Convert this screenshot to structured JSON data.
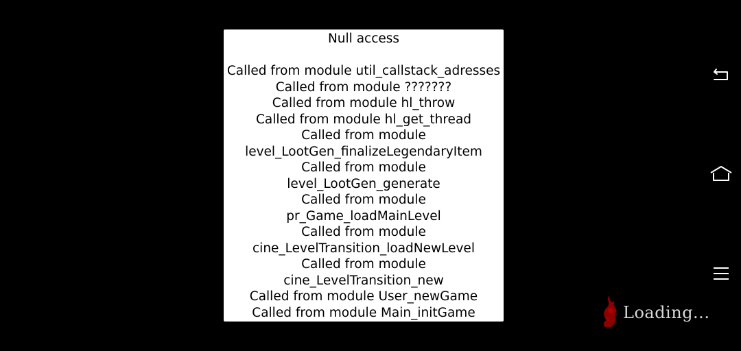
{
  "dialog": {
    "title": "Null access",
    "lines": [
      "Called from module util_callstack_adresses",
      "Called from module ???????",
      "Called from module hl_throw",
      "Called from module hl_get_thread",
      "Called from module",
      "level_LootGen_finalizeLegendaryItem",
      "Called from module",
      "level_LootGen_generate",
      "Called from module",
      "pr_Game_loadMainLevel",
      "Called from module",
      "cine_LevelTransition_loadNewLevel",
      "Called from module",
      "cine_LevelTransition_new",
      "Called from module User_newGame",
      "Called from module Main_initGame"
    ]
  },
  "loading": {
    "text": "Loading...",
    "icon": "flame-logo-icon",
    "text_color": "#d9d9d9",
    "icon_color": "#8b0000"
  },
  "navbar": {
    "back_icon": "back-icon",
    "home_icon": "home-icon",
    "menu_icon": "menu-icon"
  },
  "colors": {
    "background": "#000000",
    "dialog_background": "#ffffff",
    "dialog_text": "#000000"
  }
}
